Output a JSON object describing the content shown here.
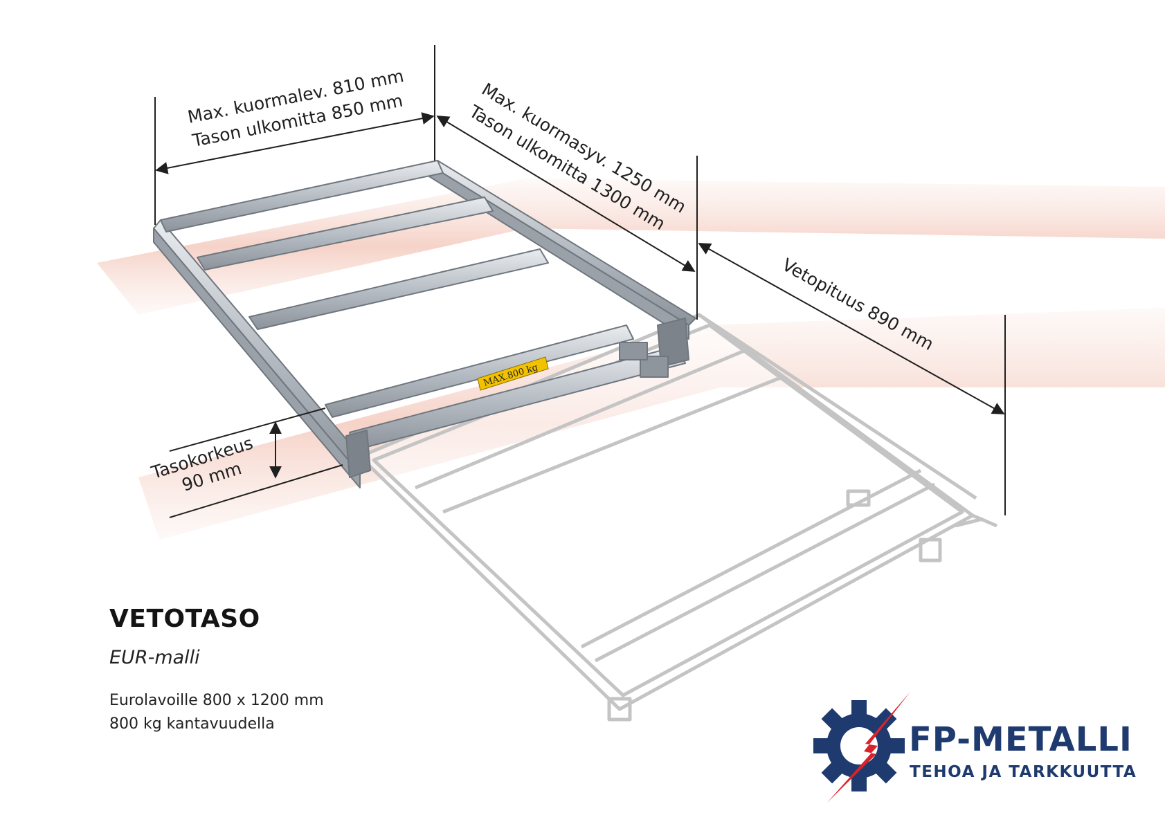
{
  "dimensions": {
    "width_line1": "Max. kuormalev. 810 mm",
    "width_line2": "Tason ulkomitta 850 mm",
    "depth_line1": "Max. kuormasyv. 1250 mm",
    "depth_line2": "Tason ulkomitta 1300 mm",
    "pull_length": "Vetopituus 890 mm",
    "height_line1": "Tasokorkeus",
    "height_line2": "90 mm"
  },
  "plate_label": "MAX.800 kg",
  "product": {
    "title": "VETOTASO",
    "model": "EUR-malli",
    "line1": "Eurolavoille 800 x 1200 mm",
    "line2": "800 kg kantavuudella"
  },
  "brand": {
    "name": "FP-METALLI",
    "tagline": "TEHOA JA TARKKUUTTA",
    "color_primary": "#1e3a6e",
    "color_accent": "#d9232b"
  },
  "colors": {
    "rail_band": "#f3c8bb",
    "steel": "#b9bec4",
    "ghost_frame": "#c9c9c9"
  }
}
